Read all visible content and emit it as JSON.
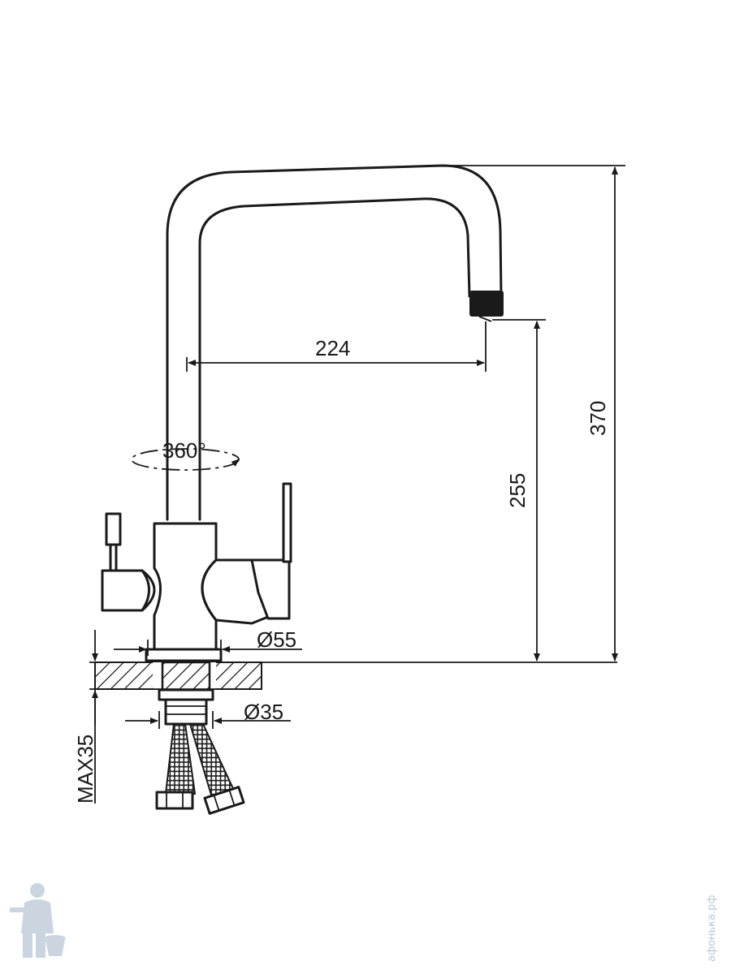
{
  "dimensions": {
    "reach": "224",
    "total_height": "370",
    "spout_height": "255",
    "base_diameter": "Ø55",
    "hole_diameter": "Ø35",
    "max_thickness": "MAX35",
    "rotation": "360°"
  },
  "watermark": {
    "text": "афонька.рф",
    "logo_icon": "plumber-mascot-icon"
  },
  "colors": {
    "line": "#1a1a1a",
    "watermark": "#b9c8d6"
  }
}
